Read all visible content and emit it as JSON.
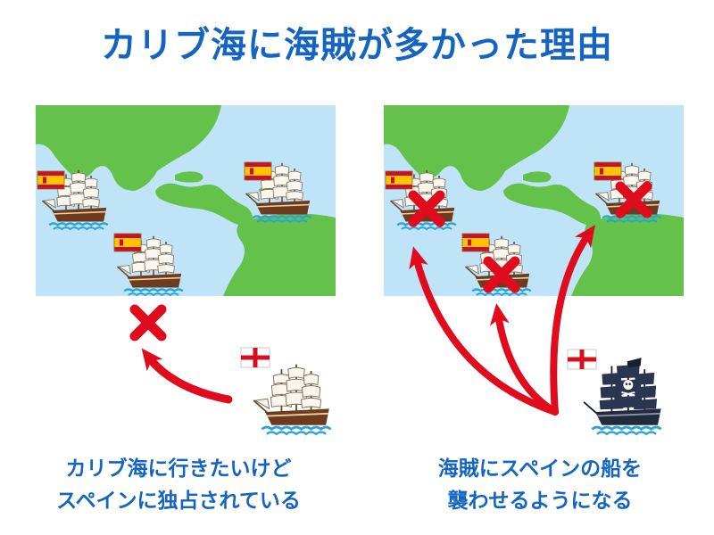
{
  "title": "カリブ海に海賊が多かった理由",
  "left_caption": {
    "line1": "カリブ海に行きたいけど",
    "line2": "スペインに独占されている"
  },
  "right_caption": {
    "line1": "海賊にスペインの船を",
    "line2": "襲わせるようになる"
  },
  "colors": {
    "title": "#1565c0",
    "sea": "#bfe3f7",
    "land": "#64c24a",
    "cross": "#e00b1c",
    "arrow": "#e00b1c",
    "pirate_ship": "#2a3550"
  },
  "icons": [
    "spanish-flag-icon",
    "english-flag-icon",
    "sailing-ship-icon",
    "pirate-ship-icon",
    "cross-mark-icon",
    "arrow-icon"
  ]
}
